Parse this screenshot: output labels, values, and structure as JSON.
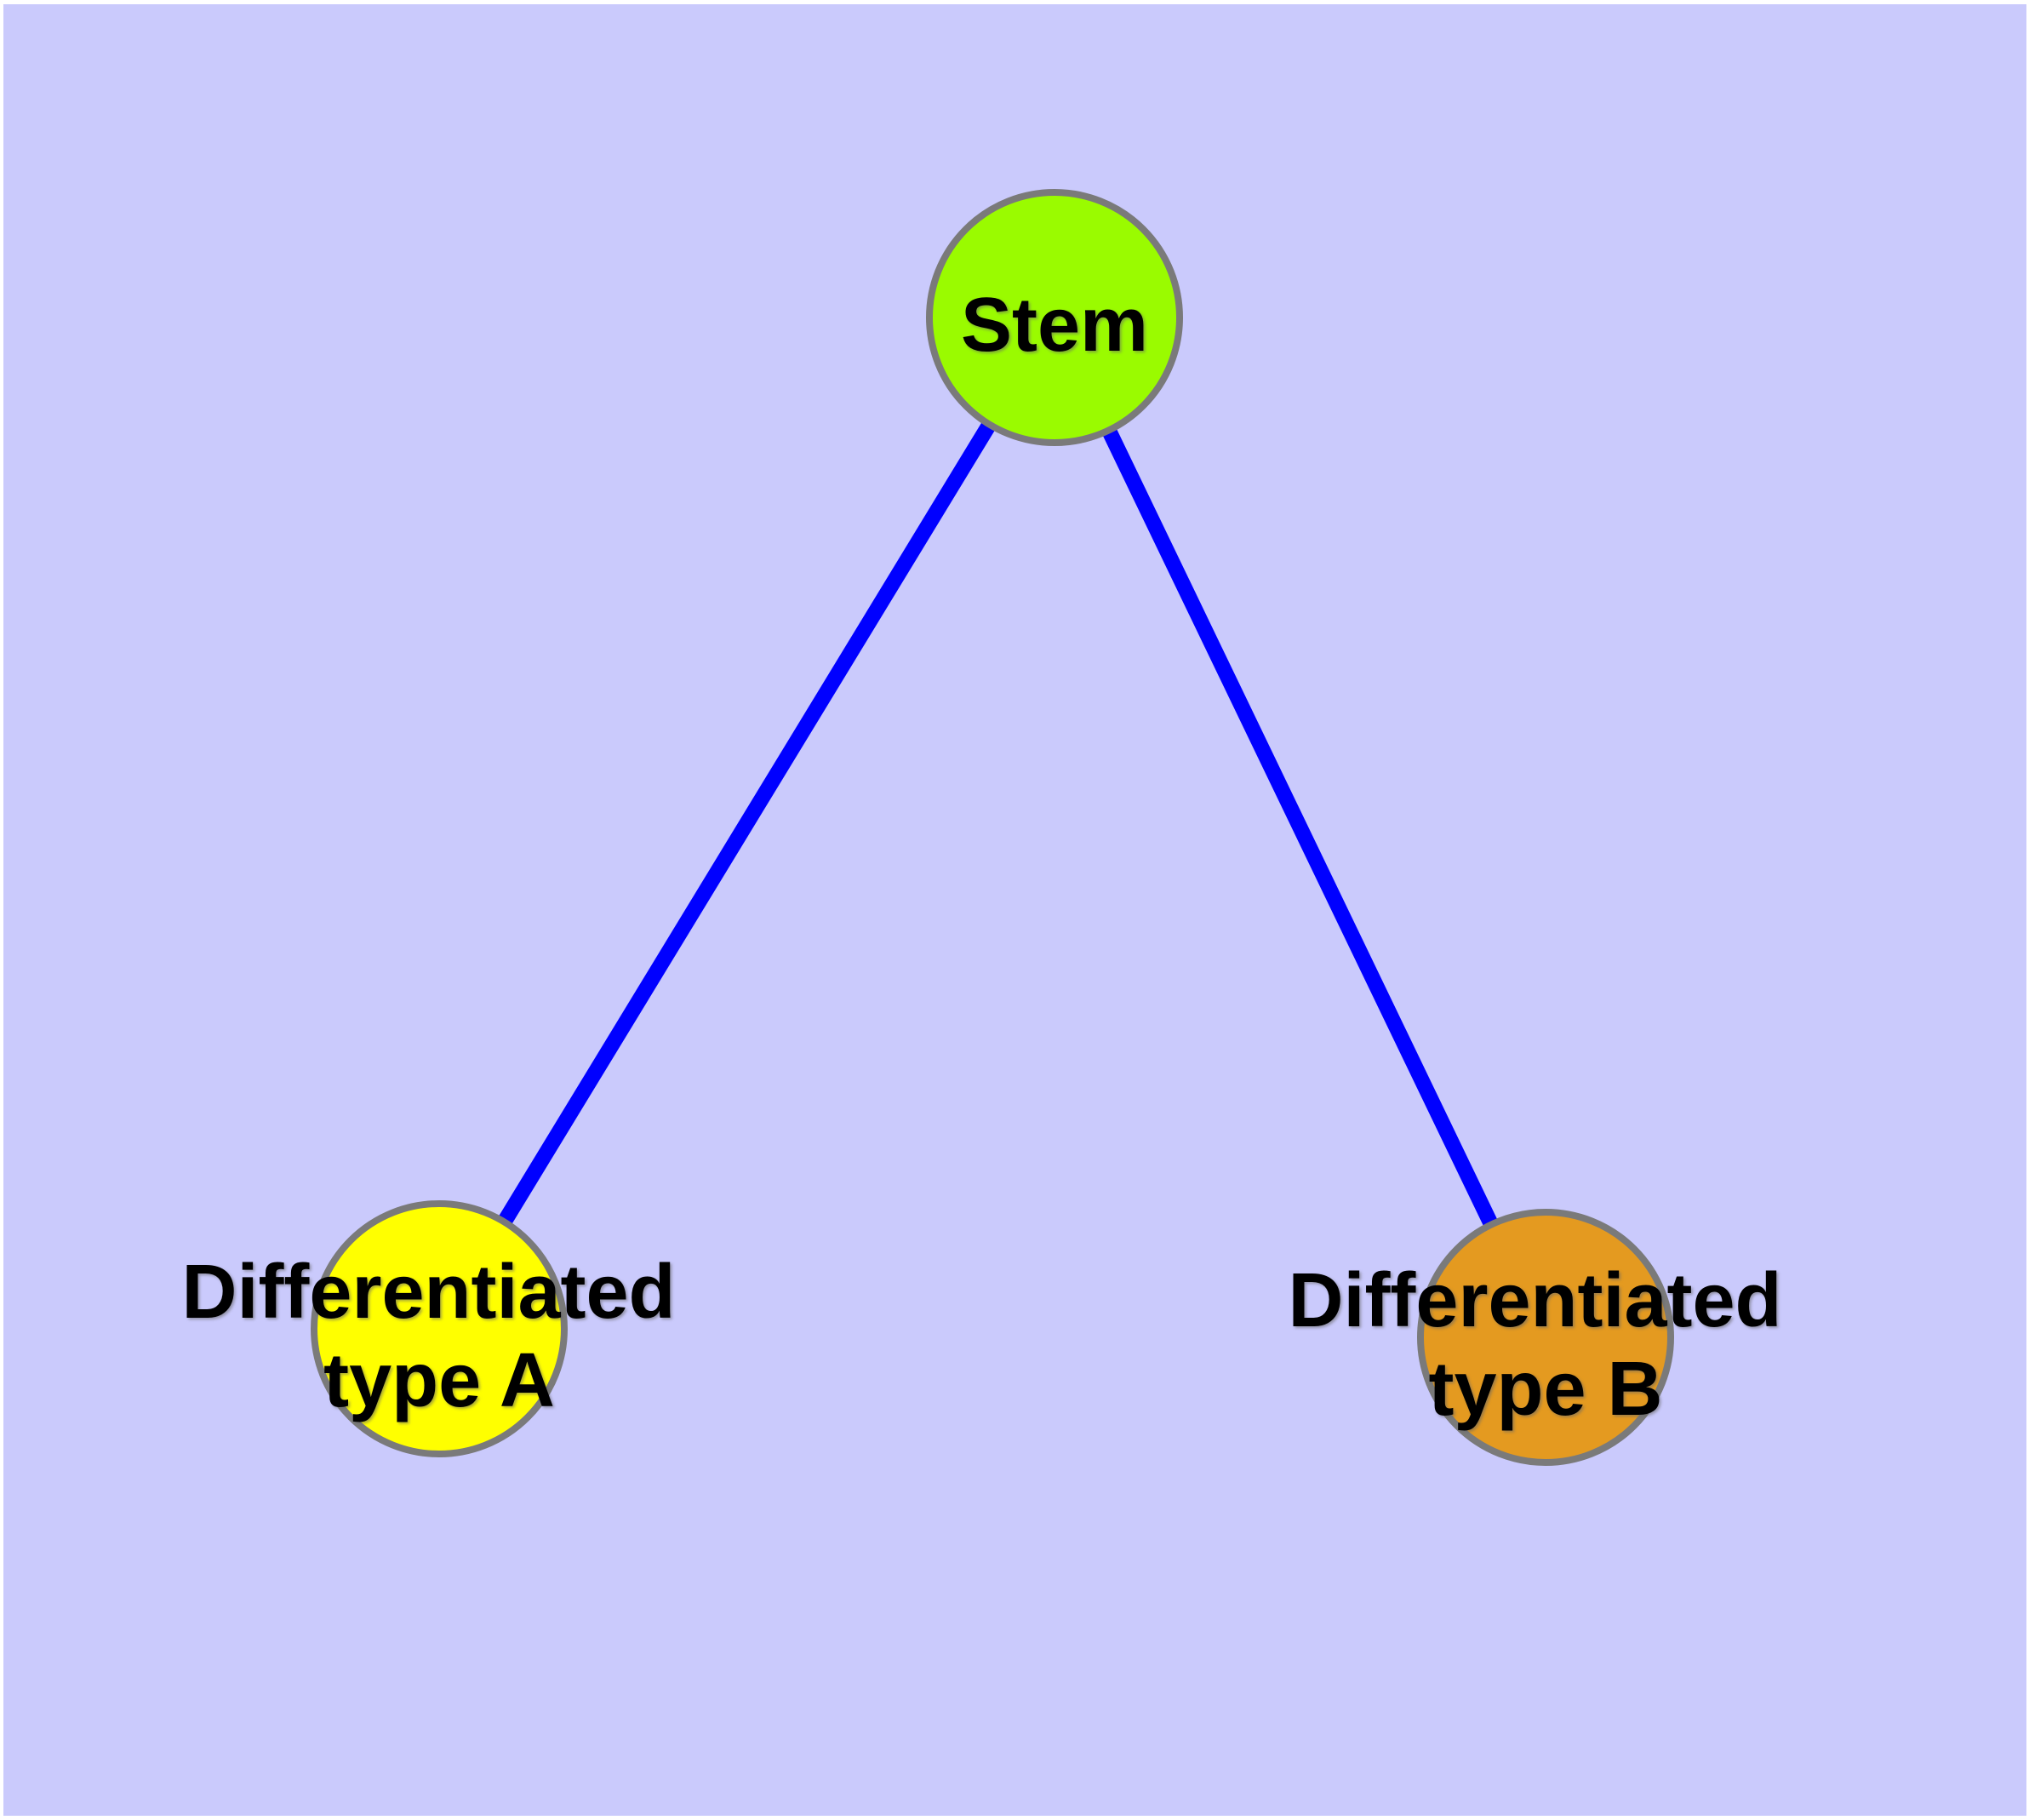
{
  "canvas": {
    "background": "#CACAFC",
    "frame": "#FFFFFF"
  },
  "colors": {
    "edge": "#0000FF",
    "node_border": "#7A7A7A",
    "label_text": "#000000"
  },
  "diagram": {
    "type": "graph",
    "nodes": [
      {
        "id": "stem",
        "label": "Stem",
        "lines": [
          "Stem"
        ],
        "fill": "#9AFB00"
      },
      {
        "id": "differentiated-type-a",
        "label": "Differentiated type A",
        "lines": [
          "Differentiated",
          "type A"
        ],
        "fill": "#FFFF00"
      },
      {
        "id": "differentiated-type-b",
        "label": "Differentiated type B",
        "lines": [
          "Differentiated",
          "type B"
        ],
        "fill": "#E49A20"
      }
    ],
    "edges": [
      {
        "from": "stem",
        "to": "differentiated-type-a"
      },
      {
        "from": "stem",
        "to": "differentiated-type-b"
      }
    ]
  }
}
